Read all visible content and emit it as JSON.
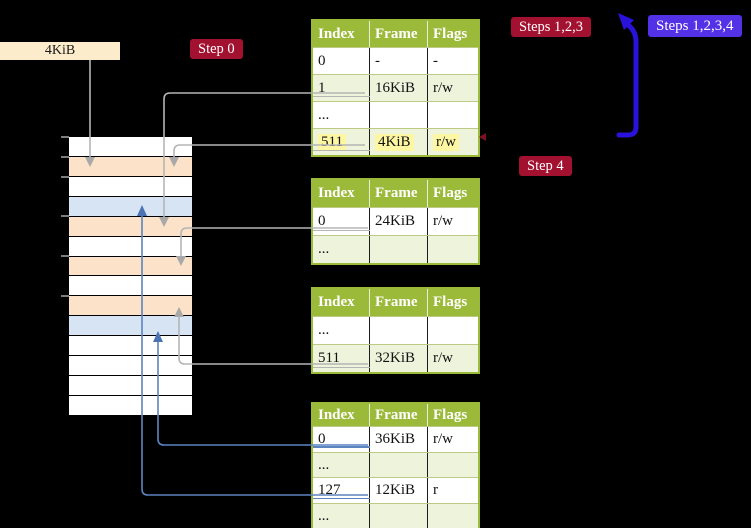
{
  "page_label": {
    "text": "4KiB"
  },
  "badges": {
    "step0": "Step 0",
    "steps123": "Steps 1,2,3",
    "steps1234": "Steps 1,2,3,4",
    "step4": "Step 4"
  },
  "memory": {
    "rows": [
      "white",
      "peach",
      "white",
      "blue",
      "peach",
      "white",
      "peach",
      "white",
      "peach",
      "blue",
      "white",
      "white",
      "white",
      "white"
    ]
  },
  "tables": [
    {
      "headers": [
        "Index",
        "Frame",
        "Flags"
      ],
      "rows": [
        {
          "cells": [
            "0",
            "-",
            "-"
          ],
          "shade": false
        },
        {
          "cells": [
            "1",
            "16KiB",
            "r/w"
          ],
          "shade": true,
          "underline": "gray"
        },
        {
          "cells": [
            "...",
            "",
            ""
          ],
          "shade": false
        },
        {
          "cells": [
            "511",
            "4KiB",
            "r/w"
          ],
          "shade": true,
          "underline": "gray",
          "highlight": true
        }
      ]
    },
    {
      "headers": [
        "Index",
        "Frame",
        "Flags"
      ],
      "rows": [
        {
          "cells": [
            "0",
            "24KiB",
            "r/w"
          ],
          "shade": false,
          "underline": "gray"
        },
        {
          "cells": [
            "...",
            "",
            ""
          ],
          "shade": true
        }
      ]
    },
    {
      "headers": [
        "Index",
        "Frame",
        "Flags"
      ],
      "rows": [
        {
          "cells": [
            "...",
            "",
            ""
          ],
          "shade": false
        },
        {
          "cells": [
            "511",
            "32KiB",
            "r/w"
          ],
          "shade": true,
          "underline": "gray"
        }
      ]
    },
    {
      "headers": [
        "Index",
        "Frame",
        "Flags"
      ],
      "rows": [
        {
          "cells": [
            "0",
            "36KiB",
            "r/w"
          ],
          "shade": false,
          "underline": "blue"
        },
        {
          "cells": [
            "...",
            "",
            ""
          ],
          "shade": true
        },
        {
          "cells": [
            "127",
            "12KiB",
            "r"
          ],
          "shade": false,
          "underline": "blue"
        },
        {
          "cells": [
            "...",
            "",
            ""
          ],
          "shade": true
        }
      ]
    }
  ],
  "colors": {
    "table_header_green": "#9cba3a",
    "table_row_green": "#eef3dc",
    "highlight_yellow": "#fdf6a2",
    "memory_peach": "#fbe2c8",
    "memory_blue": "#d6e4f3",
    "badge_crimson": "#a31130",
    "badge_violet": "#5331e6",
    "thick_arrow_blue": "#2a12dd",
    "connector_gray": "#b5b5b5",
    "connector_blue": "#5c84c0",
    "label_cream": "#fceccb"
  }
}
